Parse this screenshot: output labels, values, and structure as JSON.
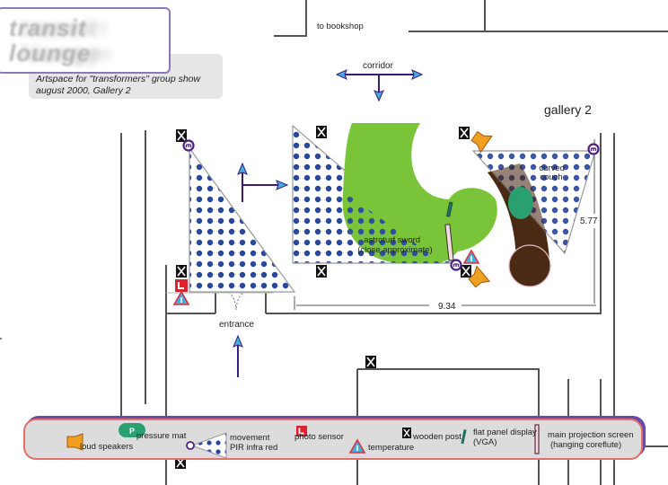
{
  "header": {
    "logo_line1": "transit",
    "logo_line2": "lounge",
    "subtitle_line1": "Artspace for \"transformers\" group show",
    "subtitle_line2": "august 2000, Gallery 2"
  },
  "plan": {
    "to_bookshop": "to bookshop",
    "corridor": "corridor",
    "gallery_title": "gallery 2",
    "entrance": "entrance",
    "astroturf_line1": "astroturf sword",
    "astroturf_line2": "(close approximate)",
    "couch_line1": "curved",
    "couch_line2": "couch",
    "dim_width": "9.34",
    "dim_height": "5.77"
  },
  "legend": {
    "loud_speakers": "loud speakers",
    "pressure_mat": "pressure mat",
    "pressure_mat_glyph": "P",
    "movement": "movement",
    "pir": "PIR infra red",
    "photo_sensor": "photo sensor",
    "photo_glyph": "L",
    "temperature": "temperature",
    "wooden_post": "wooden post",
    "flat_panel_line1": "flat panel display",
    "flat_panel_line2": "(VGA)",
    "projection_line1": "main projection screen",
    "projection_line2": "(hanging coreflute)"
  },
  "colors": {
    "wall": "#555555",
    "dots": "#2a47a0",
    "turf": "#7ac43a",
    "couch": "#4a2a14",
    "couch_green": "#2aa070",
    "speaker": "#f0a020",
    "sensor_purple": "#4a2080",
    "photo_red": "#e0202a",
    "temp_blue": "#40b0e0",
    "flat_panel": "#207060",
    "screen_pink": "#f4dcdc",
    "arrow": "#3a1a80"
  }
}
